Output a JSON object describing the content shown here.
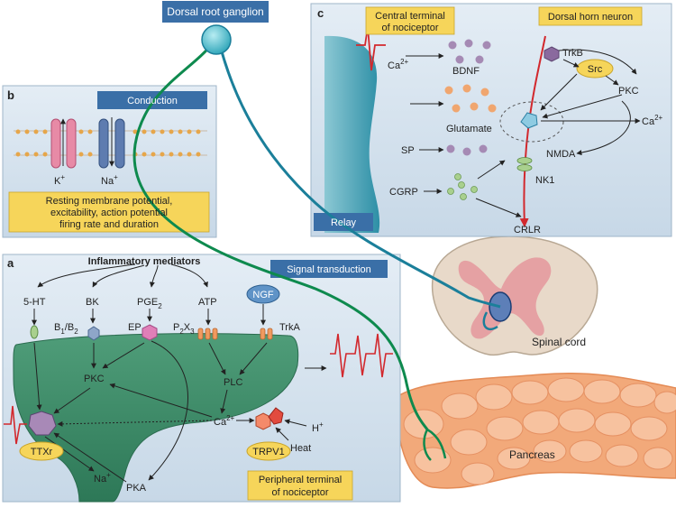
{
  "title": "Dorsal root ganglion",
  "panel_a": {
    "letter": "a",
    "header": "Signal transduction",
    "mediators_title": "Inflammatory mediators",
    "m_5ht": "5-HT",
    "m_bk": "BK",
    "m_pge": "PGE",
    "m_pge_sub": "2",
    "m_atp": "ATP",
    "m_ngf": "NGF",
    "r_b": "B",
    "r_b_sub1": "1",
    "r_b_slash": "/B",
    "r_b_sub2": "2",
    "r_ep": "EP",
    "r_p2x": "P",
    "r_p2x_sub1": "2",
    "r_p2x_x": "X",
    "r_p2x_sub2": "3",
    "r_trka": "TrkA",
    "pkc": "PKC",
    "plc": "PLC",
    "ca": "Ca",
    "ca_sup": "2+",
    "h": "H",
    "h_sup": "+",
    "heat": "Heat",
    "pka": "PKA",
    "na": "Na",
    "na_sup": "+",
    "ttxr": "TTXr",
    "trpv1": "TRPV1",
    "footer_line1": "Peripheral terminal",
    "footer_line2": "of nociceptor"
  },
  "panel_b": {
    "letter": "b",
    "header": "Conduction",
    "k": "K",
    "k_sup": "+",
    "na": "Na",
    "na_sup": "+",
    "note_line1": "Resting membrane potential,",
    "note_line2": "excitability, action potential",
    "note_line3": "firing rate and duration"
  },
  "panel_c": {
    "letter": "c",
    "central_line1": "Central terminal",
    "central_line2": "of nociceptor",
    "dorsal_horn": "Dorsal horn neuron",
    "ca": "Ca",
    "ca_sup": "2+",
    "bdnf": "BDNF",
    "glutamate": "Glutamate",
    "sp": "SP",
    "cgrp": "CGRP",
    "trkb": "TrkB",
    "src": "Src",
    "pkc": "PKC",
    "ca_right": "Ca",
    "ca_right_sup": "2+",
    "nmda": "NMDA",
    "nk1": "NK1",
    "crlr": "CRLR",
    "relay": "Relay"
  },
  "spinal_cord": "Spinal cord",
  "pancreas": "Pancreas",
  "colors": {
    "panel_bg": "#d6e4ef",
    "header_blue": "#3a6fa7",
    "label_yellow": "#f6d55a",
    "nerve_green": "#0e8a4e",
    "nerve_teal": "#1b7f9a",
    "spike_red": "#d2282d"
  }
}
